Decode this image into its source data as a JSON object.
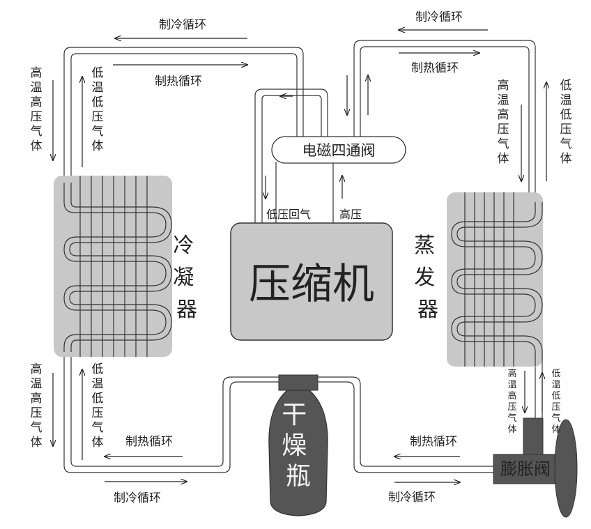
{
  "components": {
    "compressor": "压缩机",
    "four_way_valve": "电磁四通阀",
    "condenser": "冷凝器",
    "evaporator": "蒸发器",
    "dryer": "干燥瓶",
    "expansion_valve": "膨胀阀"
  },
  "ports": {
    "low_pressure_return": "低压回气",
    "high_pressure": "高压"
  },
  "cycles": {
    "cooling": "制冷循环",
    "heating": "制热循环"
  },
  "gases": {
    "high_temp_high_pressure": "高温高压气体",
    "low_temp_low_pressure": "低温低压气体"
  },
  "colors": {
    "block_fill": "#c8c8c8",
    "dark_fill": "#555555",
    "outline": "#333333"
  }
}
